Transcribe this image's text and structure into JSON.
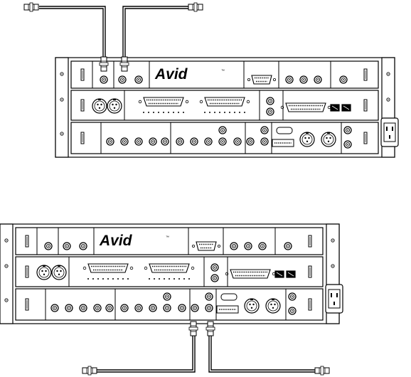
{
  "brand": {
    "logo_text": "Avid",
    "trademark": "™"
  },
  "units": [
    {
      "name": "rack-unit-top",
      "cable_direction": "up"
    },
    {
      "name": "rack-unit-bottom",
      "cable_direction": "down"
    }
  ],
  "icons": {
    "bnc_connector": "bnc-connector-icon",
    "xlr_connector": "xlr-connector-icon",
    "power_inlet": "power-inlet-icon",
    "db25_connector": "db25-connector-icon",
    "vga_connector": "vga-connector-icon"
  }
}
